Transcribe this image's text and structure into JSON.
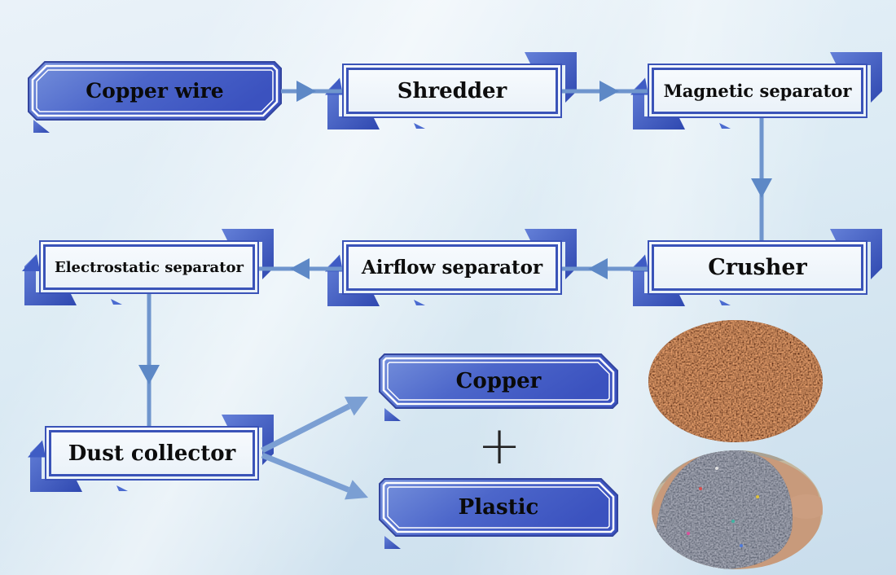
{
  "diagram": {
    "nodes": [
      {
        "id": "copper-wire",
        "label": "Copper wire",
        "kind": "input",
        "shape": "beveled-filled"
      },
      {
        "id": "shredder",
        "label": "Shredder",
        "kind": "process",
        "shape": "framed"
      },
      {
        "id": "magnetic-separator",
        "label": "Magnetic separator",
        "kind": "process",
        "shape": "framed"
      },
      {
        "id": "crusher",
        "label": "Crusher",
        "kind": "process",
        "shape": "framed"
      },
      {
        "id": "airflow-separator",
        "label": "Airflow separator",
        "kind": "process",
        "shape": "framed"
      },
      {
        "id": "electrostatic-separator",
        "label": "Electrostatic separator",
        "kind": "process",
        "shape": "framed"
      },
      {
        "id": "dust-collector",
        "label": "Dust collector",
        "kind": "process",
        "shape": "framed"
      },
      {
        "id": "copper",
        "label": "Copper",
        "kind": "output",
        "shape": "beveled-filled"
      },
      {
        "id": "plastic",
        "label": "Plastic",
        "kind": "output",
        "shape": "beveled-filled"
      }
    ],
    "edges": [
      {
        "from": "copper-wire",
        "to": "shredder"
      },
      {
        "from": "shredder",
        "to": "magnetic-separator"
      },
      {
        "from": "magnetic-separator",
        "to": "crusher"
      },
      {
        "from": "crusher",
        "to": "airflow-separator"
      },
      {
        "from": "airflow-separator",
        "to": "electrostatic-separator"
      },
      {
        "from": "electrostatic-separator",
        "to": "dust-collector"
      },
      {
        "from": "dust-collector",
        "to": "copper"
      },
      {
        "from": "dust-collector",
        "to": "plastic"
      }
    ],
    "operator_between_outputs": "+",
    "photos": [
      {
        "name": "copper-granules-photo",
        "depicts": "recycled copper granules",
        "shape": "ellipse"
      },
      {
        "name": "plastic-granules-photo",
        "depicts": "hand holding recycled plastic granules",
        "shape": "ellipse"
      }
    ],
    "colors": {
      "background_top": "#eaf2f9",
      "background_bottom": "#c9ddec",
      "connector": "#6f95cd",
      "arrowhead": "#5d88c6",
      "fan_arrow": "#7b9fd3",
      "frame_border": "#3a53b8",
      "filled_box_light": "#7691dc",
      "filled_box_dark": "#3b52bf",
      "bracket_light": "#6480d8",
      "bracket_dark": "#2f48b0",
      "text": "#0d0d0d"
    }
  }
}
